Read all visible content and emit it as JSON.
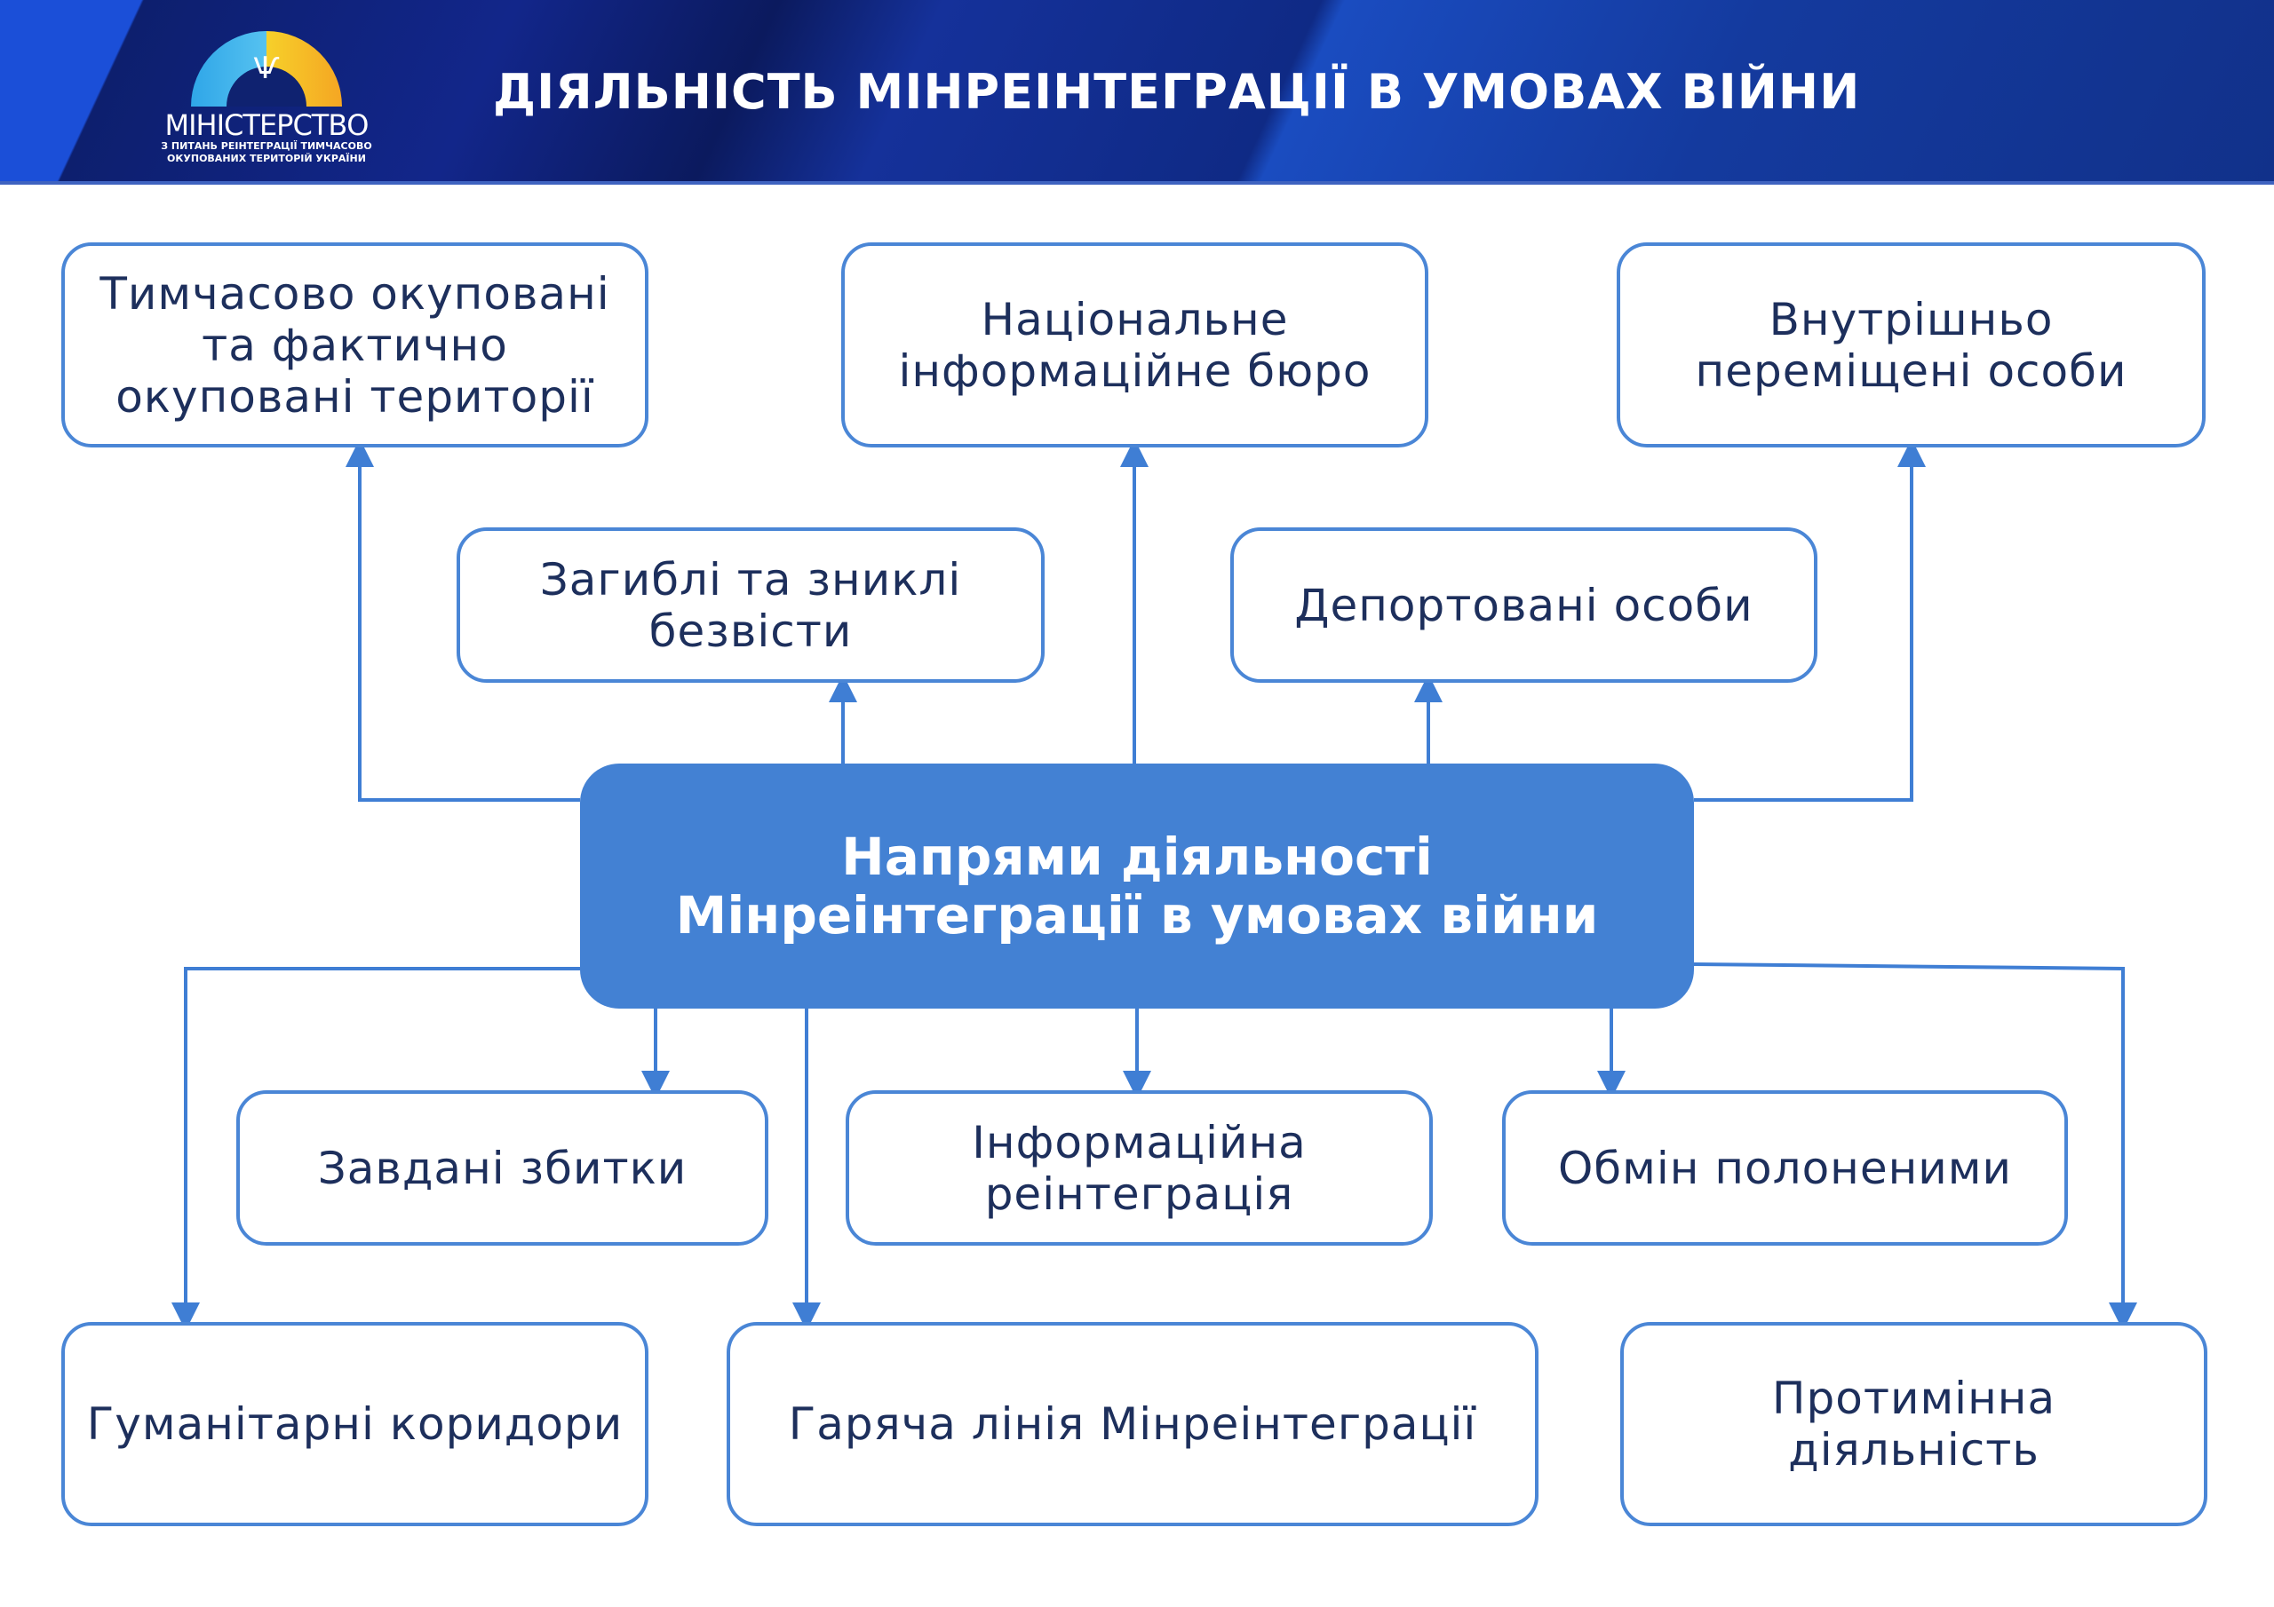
{
  "header": {
    "title": "ДІЯЛЬНІСТЬ МІНРЕІНТЕГРАЦІЇ В УМОВАХ ВІЙНИ",
    "logo": {
      "main": "МІНІСТЕРСТВО",
      "sub1": "З ПИТАНЬ РЕІНТЕГРАЦІЇ ТИМЧАСОВО",
      "sub2": "ОКУПОВАНИХ ТЕРИТОРІЙ УКРАЇНИ"
    }
  },
  "center": {
    "line1": "Напрями діяльності",
    "line2": "Мінреінтеграції в умовах війни"
  },
  "nodes": {
    "occupied": "Тимчасово окуповані та фактично окуповані території",
    "bureau": "Національне інформаційне бюро",
    "idp": "Внутрішньо переміщені особи",
    "missing": "Загиблі та зниклі безвісти",
    "deported": "Депортовані особи",
    "damage": "Завдані збитки",
    "info": "Інформаційна реінтеграція",
    "exchange": "Обмін полоненими",
    "corridors": "Гуманітарні коридори",
    "hotline": "Гаряча лінія Мінреінтеграції",
    "demining": "Протимінна діяльність"
  },
  "colors": {
    "line": "#3f7ed4",
    "center": "#4381d3",
    "text": "#1d2f5c"
  }
}
